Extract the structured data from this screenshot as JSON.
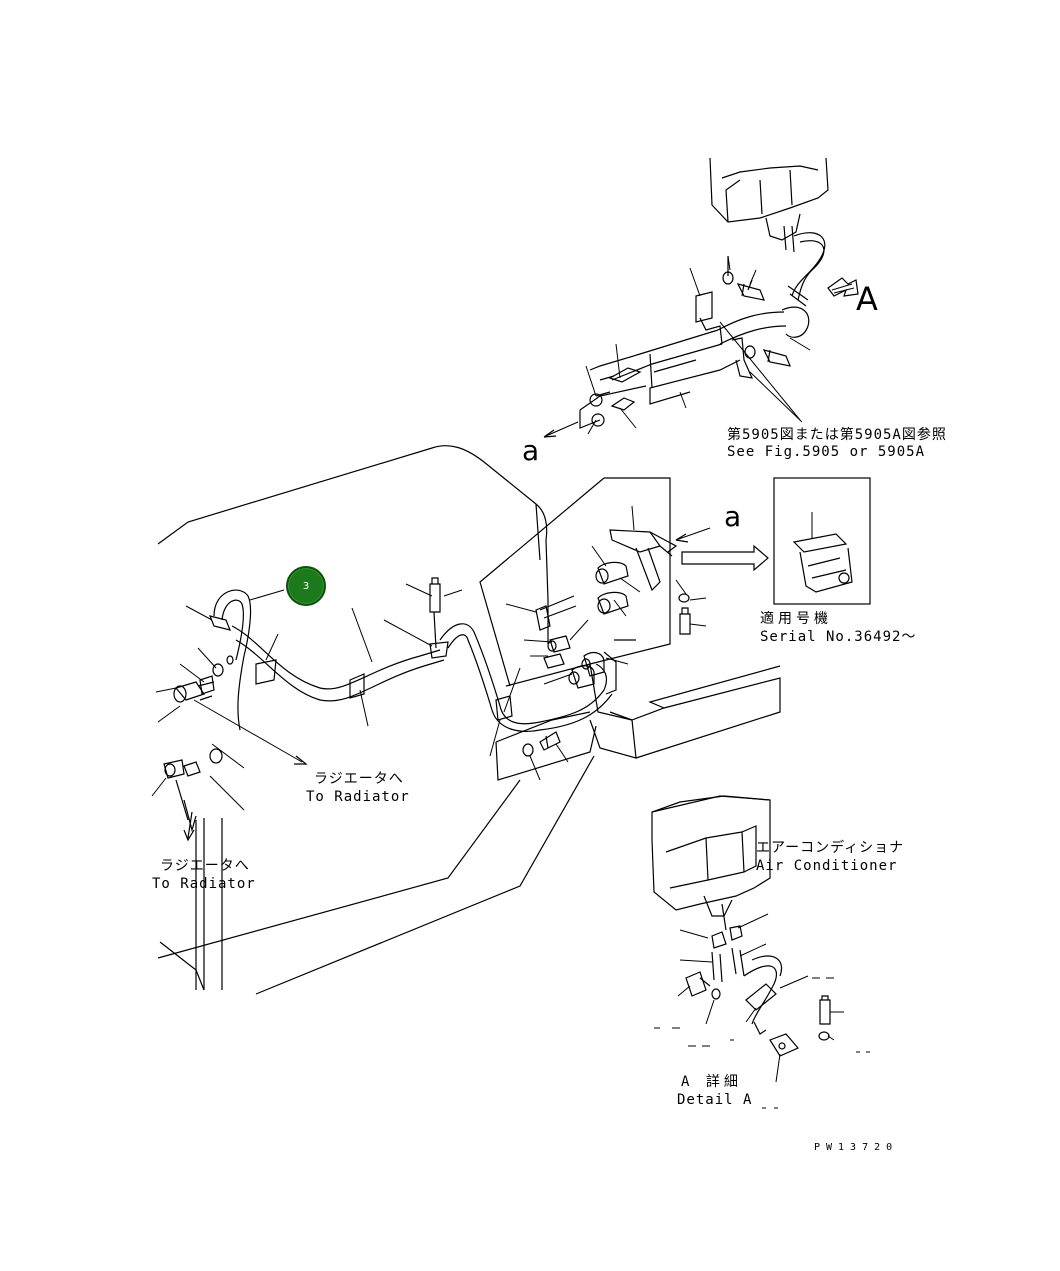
{
  "callout_number": "3",
  "labels": {
    "detail_letter_A": "A",
    "letter_a_top": "a",
    "letter_a_mid": "a",
    "ref_jp": "第5905図または第5905A図参照",
    "ref_en": "See Fig.5905 or 5905A",
    "serial_jp": "適用号機",
    "serial_en": "Serial No.36492～",
    "radiator1_jp": "ラジエータへ",
    "radiator1_en": "To Radiator",
    "radiator2_jp": "ラジエータへ",
    "radiator2_en": "To Radiator",
    "aircon_jp": "エアーコンディショナ",
    "aircon_en": "Air Conditioner",
    "detail_jp": "A 詳細",
    "detail_en": "Detail A",
    "drawing_no": "PW13720"
  },
  "colors": {
    "marker": "#1c7a1c",
    "line": "#000000"
  }
}
